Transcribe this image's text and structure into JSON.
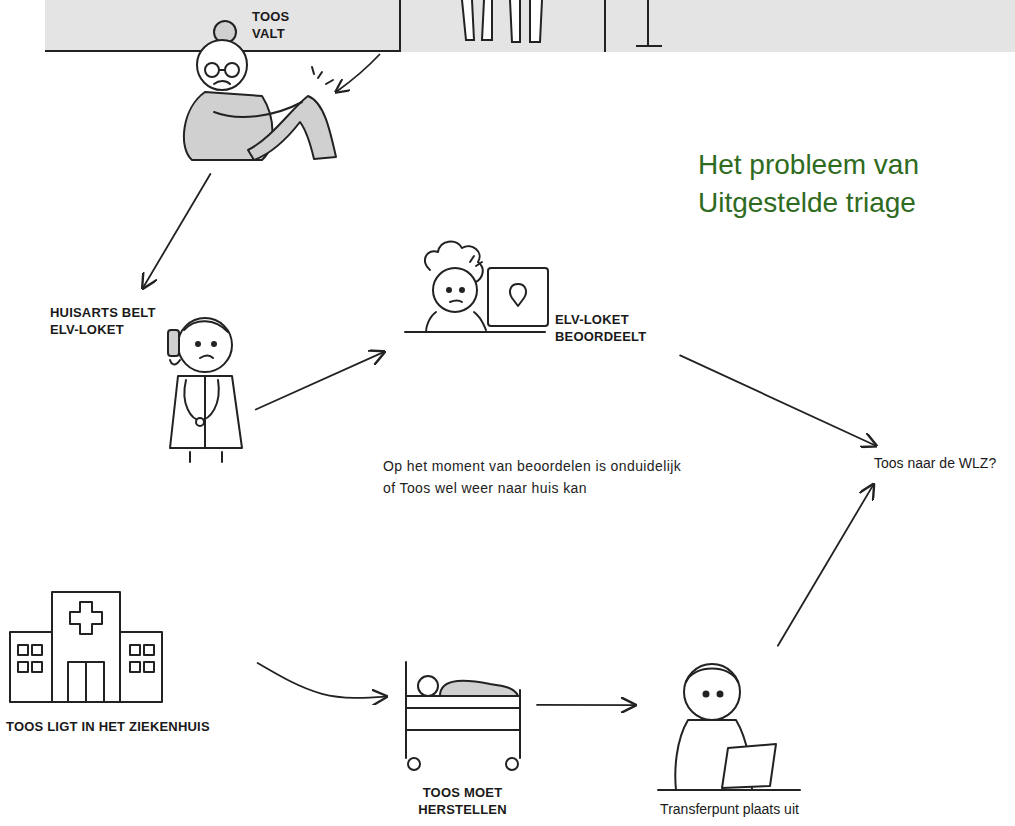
{
  "diagram": {
    "title": "Het probleem van Uitgestelde triage",
    "nodes": [
      {
        "text": [
          "TOOS VALT"
        ]
      },
      {
        "text": [
          "HUISARTS BELT ELV-LOKET"
        ]
      },
      {
        "text": [
          "ELV-LOKET BEOORDEELT"
        ]
      },
      {
        "text": [
          "Toos naar de WLZ?"
        ]
      },
      {
        "text": [
          "TOOS LIGT IN HET ZIEKENHUIS"
        ]
      },
      {
        "text": [
          "TOOS MOET HERSTELLEN"
        ]
      },
      {
        "text": [
          "Transferpunt plaats uit"
        ]
      }
    ],
    "edges": [
      {
        "from": 0,
        "to": 1,
        "arrow": "to"
      },
      {
        "from": 1,
        "to": 2,
        "arrow": "to"
      },
      {
        "from": 2,
        "to": 3,
        "arrow": "to"
      },
      {
        "from": 4,
        "to": 5,
        "arrow": "to"
      },
      {
        "from": 5,
        "to": 6,
        "arrow": "to"
      },
      {
        "from": 6,
        "to": 3,
        "arrow": "to"
      }
    ],
    "labels": [
      "Op het moment van beoordelen is onduidelijk of Toos wel weer naar huis kan"
    ]
  }
}
